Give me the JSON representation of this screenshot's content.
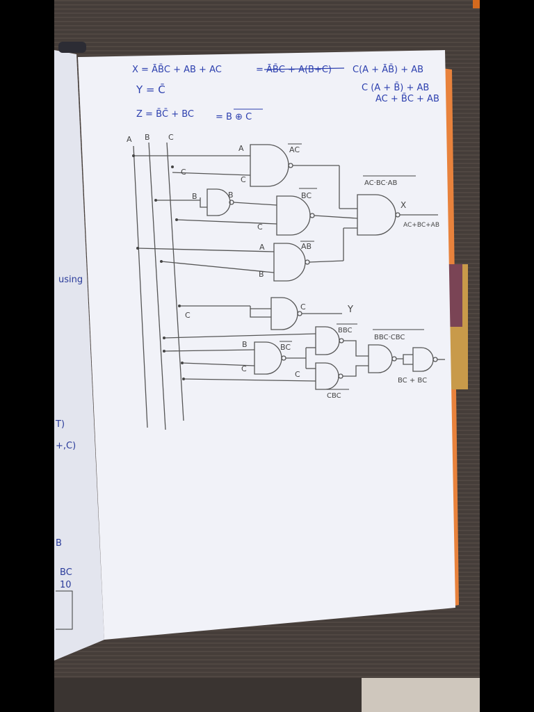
{
  "equations": {
    "x_line": "X = ĀB̄C + AB + AC",
    "x_nand": "= ĀB̄C + A(B+C)",
    "x_factor": "C(A + ĀB̄) + AB",
    "x_step2": "C (A + B̄) + AB",
    "x_step3": "AC + B̄C + AB",
    "y_line": "Y = C̄",
    "z_line": "Z = B̄C̄ + BC",
    "z_xnor": "= B ⊕ C"
  },
  "inputs": [
    "A",
    "B",
    "C"
  ],
  "gate_labels": {
    "g1_in_a": "A",
    "g1_in_c": "C",
    "g1_in_c2": "C",
    "g1_out": "AC",
    "inv_b_in": "B",
    "inv_b_out": "B",
    "g2_out": "BC",
    "g2_in_c": "C",
    "g3_in_a": "A",
    "g3_in_b": "B",
    "g3_out": "AB",
    "x_label": "X",
    "x_nand_expr": "AC·BC·AB",
    "x_result": "AC+BC+AB",
    "inv_c_in": "C",
    "inv_c_out": "C",
    "y_label": "Y",
    "z_g1_in_b": "B",
    "z_g1_in_c": "C",
    "z_g1_out": "BC",
    "z_g2_out": "BBC",
    "z_g3_in_c": "C",
    "z_g3_out": "CBC",
    "z_g4_out": "BBC·CBC",
    "z_result": "BC + BC"
  },
  "left_page_fragments": [
    "using",
    "T)",
    "+,C)",
    "B",
    "BC",
    "10"
  ]
}
